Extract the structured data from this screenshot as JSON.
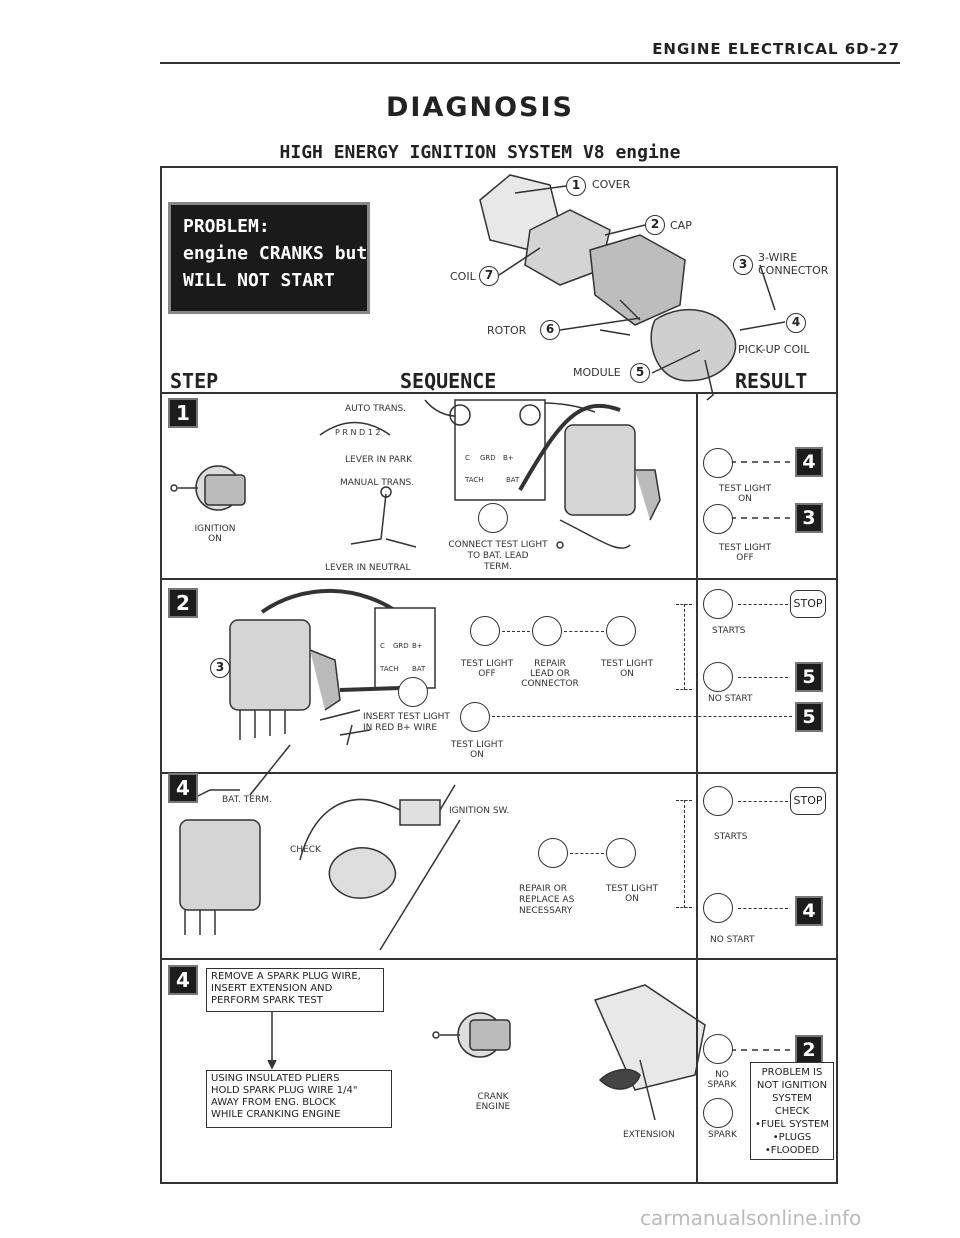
{
  "header": "ENGINE ELECTRICAL   6D-27",
  "title": "DIAGNOSIS",
  "subtitle": "HIGH ENERGY IGNITION SYSTEM V8 engine",
  "problem": [
    "PROBLEM:",
    "engine CRANKS but",
    "WILL NOT START"
  ],
  "parts": [
    {
      "num": "1",
      "label": "COVER"
    },
    {
      "num": "2",
      "label": "CAP"
    },
    {
      "num": "3",
      "label": "3-WIRE\nCONNECTOR"
    },
    {
      "num": "4",
      "label": "PICK-UP COIL"
    },
    {
      "num": "5",
      "label": "MODULE"
    },
    {
      "num": "6",
      "label": "ROTOR"
    },
    {
      "num": "7",
      "label": "COIL"
    }
  ],
  "columns": {
    "step": "STEP",
    "sequence": "SEQUENCE",
    "result": "RESULT"
  },
  "step1": {
    "badge": "1",
    "auto_trans": "AUTO TRANS.",
    "prnd": "P R N D 1 2",
    "lever_park": "LEVER IN PARK",
    "manual_trans": "MANUAL TRANS.",
    "lever_neutral": "LEVER IN NEUTRAL",
    "ignition_on": "IGNITION\nON",
    "connect": "CONNECT TEST LIGHT\nTO BAT. LEAD\nTERM.",
    "terms": {
      "c": "C",
      "grd": "GRD",
      "bplus": "B+",
      "tach": "TACH",
      "bat": "BAT"
    },
    "result_on_label": "TEST LIGHT\nON",
    "result_on_badge": "4",
    "result_off_label": "TEST LIGHT\nOFF",
    "result_off_badge": "3"
  },
  "step2": {
    "badge": "2",
    "part_num": "3",
    "terms": {
      "c": "C",
      "grd": "GRD",
      "bplus": "B+",
      "tach": "TACH",
      "bat": "BAT"
    },
    "test_light_off": "TEST LIGHT\nOFF",
    "repair": "REPAIR\nLEAD OR\nCONNECTOR",
    "test_light_on": "TEST LIGHT\nON",
    "insert": "INSERT TEST LIGHT\nIN RED B+ WIRE",
    "test_light_on2": "TEST LIGHT\nON",
    "stop": "STOP",
    "starts": "STARTS",
    "no_start": "NO START",
    "badge_a": "5",
    "badge_b": "5"
  },
  "step3": {
    "badge": "4",
    "bat_term": "BAT. TERM.",
    "check": "CHECK",
    "ignition_sw": "IGNITION SW.",
    "repair": "REPAIR OR\nREPLACE AS\nNECESSARY",
    "test_light_on": "TEST LIGHT\nON",
    "stop": "STOP",
    "starts": "STARTS",
    "no_start": "NO START"
  },
  "step4": {
    "badge": "4",
    "box1": "REMOVE A SPARK PLUG WIRE,\nINSERT EXTENSION AND\nPERFORM SPARK TEST",
    "box2": "USING INSULATED PLIERS\nHOLD SPARK PLUG WIRE 1/4\"\nAWAY FROM ENG. BLOCK\nWHILE CRANKING ENGINE",
    "crank": "CRANK\nENGINE",
    "extension": "EXTENSION",
    "no_spark": "NO\nSPARK",
    "no_spark_badge": "2",
    "spark": "SPARK",
    "note": "PROBLEM IS\nNOT IGNITION\nSYSTEM\nCHECK\n•FUEL SYSTEM\n•PLUGS\n•FLOODED"
  },
  "watermark": "carmanualsonline.info"
}
